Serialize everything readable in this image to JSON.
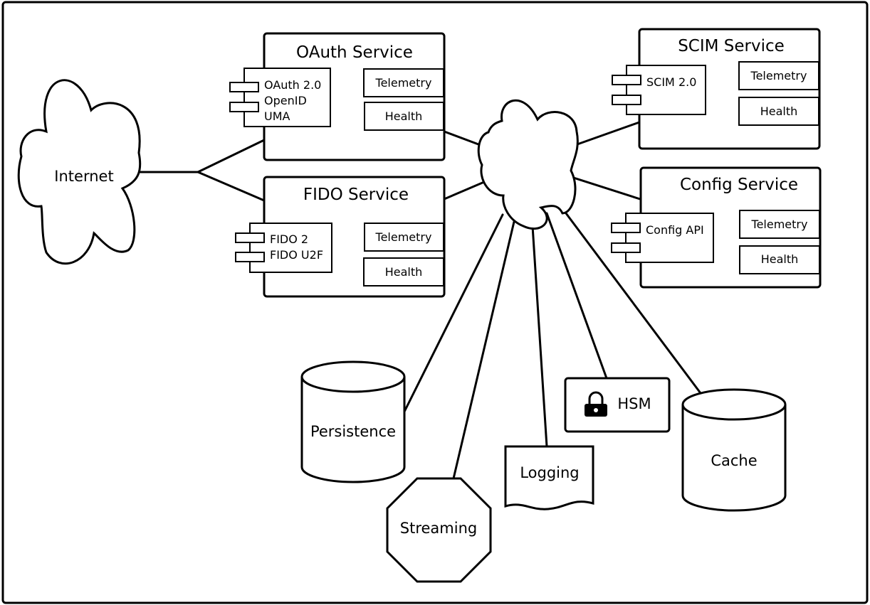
{
  "internet": {
    "label": "Internet"
  },
  "oauth": {
    "title": "OAuth Service",
    "component_lines": [
      "OAuth 2.0",
      "OpenID",
      "UMA"
    ],
    "telemetry": "Telemetry",
    "health": "Health"
  },
  "fido": {
    "title": "FIDO Service",
    "component_lines": [
      "FIDO 2",
      "FIDO U2F"
    ],
    "telemetry": "Telemetry",
    "health": "Health"
  },
  "scim": {
    "title": "SCIM Service",
    "component_lines": [
      "SCIM 2.0"
    ],
    "telemetry": "Telemetry",
    "health": "Health"
  },
  "config": {
    "title": "Config Service",
    "component_lines": [
      "Config API"
    ],
    "telemetry": "Telemetry",
    "health": "Health"
  },
  "stores": {
    "persistence": "Persistence",
    "streaming": "Streaming",
    "logging": "Logging",
    "hsm": "HSM",
    "cache": "Cache"
  },
  "icons": {
    "hsm": "lock-icon"
  }
}
